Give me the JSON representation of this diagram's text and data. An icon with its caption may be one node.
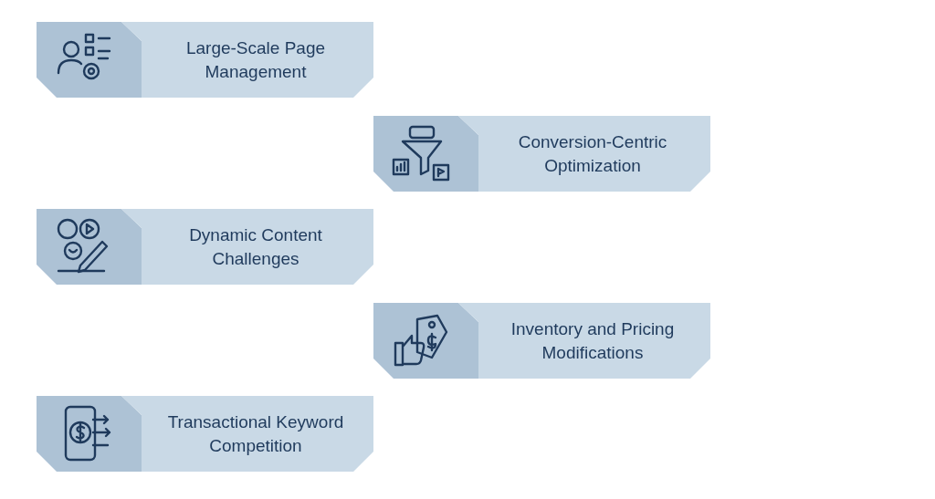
{
  "diagram": {
    "nodes": [
      {
        "text": [
          "Large-Scale Page Management"
        ]
      },
      {
        "text": [
          "Conversion-Centric Optimization"
        ]
      },
      {
        "text": [
          "Dynamic Content Challenges"
        ]
      },
      {
        "text": [
          "Inventory and Pricing Modifications"
        ]
      },
      {
        "text": [
          "Transactional Keyword Competition"
        ]
      }
    ]
  }
}
